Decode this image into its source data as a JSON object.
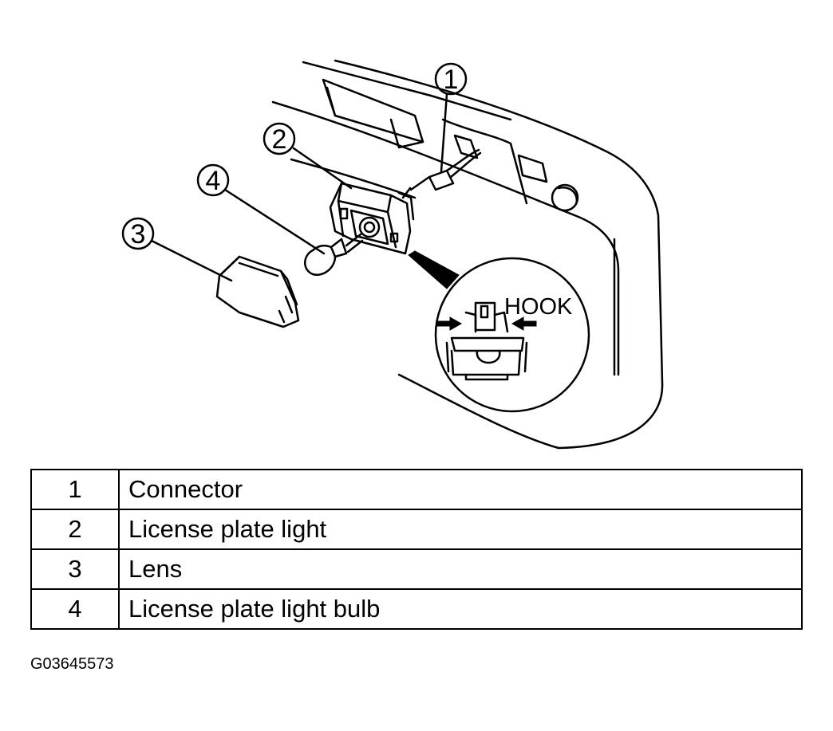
{
  "callouts": [
    "1",
    "2",
    "3",
    "4"
  ],
  "detail_label": "HOOK",
  "legend": [
    {
      "num": "1",
      "text": "Connector"
    },
    {
      "num": "2",
      "text": "License plate light"
    },
    {
      "num": "3",
      "text": "Lens"
    },
    {
      "num": "4",
      "text": "License plate light bulb"
    }
  ],
  "figure_id": "G03645573"
}
